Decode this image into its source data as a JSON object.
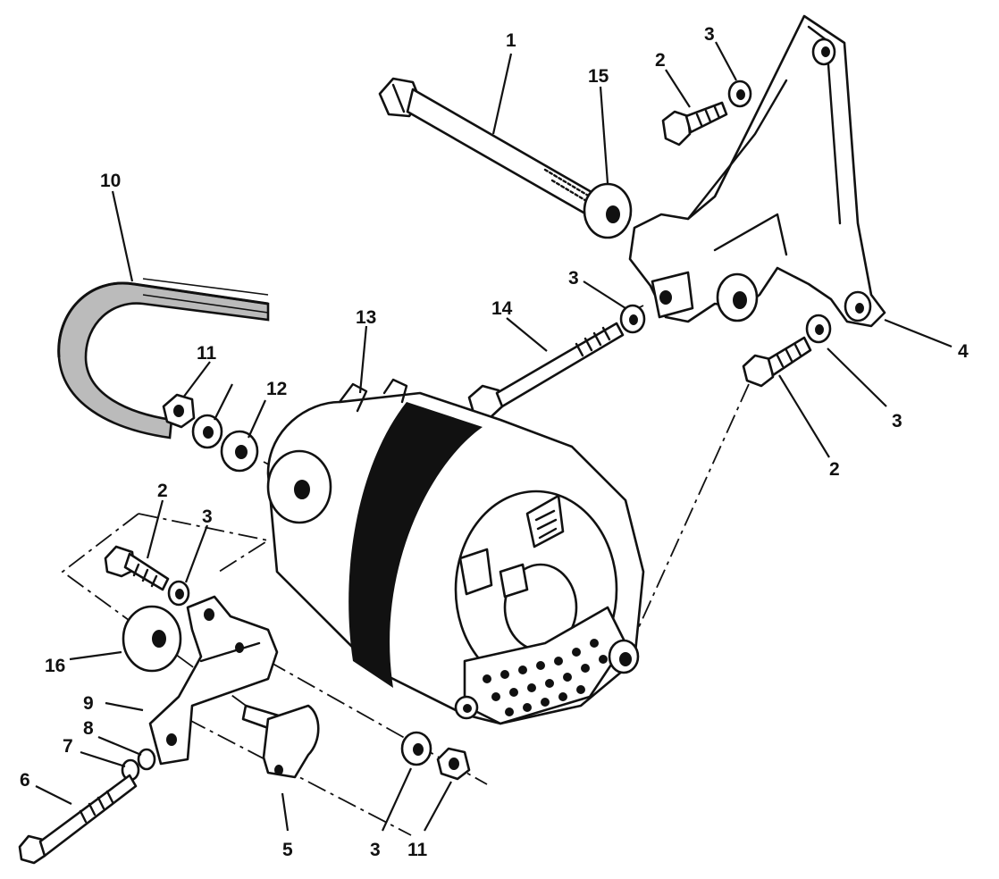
{
  "callouts": {
    "c1": "1",
    "c2_top": "2",
    "c3_top": "3",
    "c15": "15",
    "c10": "10",
    "c3_mid": "3",
    "c14": "14",
    "c4": "4",
    "c13": "13",
    "c11_left": "11",
    "c12": "12",
    "c3_right": "3",
    "c2_right": "2",
    "c2_left": "2",
    "c3_left": "3",
    "c16": "16",
    "c9": "9",
    "c8": "8",
    "c7": "7",
    "c6": "6",
    "c5": "5",
    "c3_bottom": "3",
    "c11_bottom": "11"
  }
}
